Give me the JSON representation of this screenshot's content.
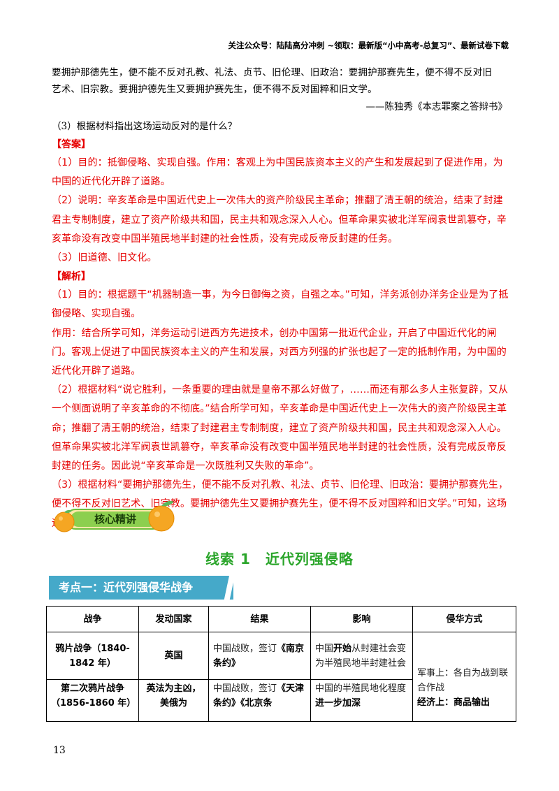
{
  "header": "关注公众号：陆陆高分冲刺  ~领取：最新版“小中高考-总复习”、最新试卷下载",
  "quote": {
    "line1": "要拥护那德先生，便不能不反对孔教、礼法、贞节、旧伦理、旧政治：要拥护那赛先生，便不得不反对旧",
    "line2": "艺术、旧宗教。要拥护德先生又要拥护赛先生，便不得不反对国粹和旧文学。",
    "source": "——陈独秀《本志罪案之答辩书》"
  },
  "question": "（3）根据材料指出这场运动反对的是什么？",
  "answer": {
    "label": "【答案】",
    "p1": "（1）目的：抵御侵略、实现自强。作用：客观上为中国民族资本主义的产生和发展起到了促进作用，为中国的近代化开辟了道路。",
    "p2": "（2）说明：辛亥革命是中国近代史上一次伟大的资产阶级民主革命；推翻了清王朝的统治，结束了封建君主专制制度，建立了资产阶级共和国，民主共和观念深入人心。但革命果实被北洋军阀袁世凯篡夺，辛亥革命没有改变中国半殖民地半封建的社会性质，没有完成反帝反封建的任务。",
    "p3": "（3）旧道德、旧文化。"
  },
  "analysis": {
    "label": "【解析】",
    "p1": "（1）目的：根据题干“机器制造一事，为今日御侮之资，自强之本。”可知，洋务派创办洋务企业是为了抵御侵略、实现自强。",
    "p2": "作用：结合所学可知，洋务运动引进西方先进技术，创办中国第一批近代企业，开启了中国近代化的闸门。客观上促进了中国民族资本主义的产生和发展，对西方列强的扩张也起了一定的抵制作用，为中国的近代化开辟了道路。",
    "p3": "（2）根据材料“说它胜利，一条重要的理由就是皇帝不那么好做了，……而还有那么多人主张复辟，又从一个侧面说明了辛亥革命的不彻底。”结合所学可知，辛亥革命是中国近代史上一次伟大的资产阶级民主革命；推翻了清王朝的统治，结束了封建君主专制制度，建立了资产阶级共和国，民主共和观念深入人心。但革命果实被北洋军阀袁世凯篡夺，辛亥革命没有改变中国半殖民地半封建的社会性质，没有完成反帝反封建的任务。因此说“辛亥革命是一次既胜利又失败的革命”。",
    "p4": "（3）根据材料“要拥护那德先生，便不能不反对孔教、礼法、贞节、旧伦理、旧政治：要拥护那赛先生，便不得不反对旧艺术、旧宗教。要拥护德先生又要拥护赛先生，便不得不反对国粹和旧文学。”可知，这场运动反对旧道德、旧文化。"
  },
  "badge": "核心精讲",
  "clue_title": "线索 1　近代列强侵略",
  "kp_title": "考点一：近代列强侵华战争",
  "table": {
    "headers": [
      "战争",
      "发动国家",
      "结果",
      "影响",
      "侵华方式"
    ],
    "row1": {
      "war": "鸦片战争（1840-1842 年）",
      "country": "英国",
      "result_pre": "中国战败，签订",
      "result_bold": "《南京条约》",
      "impact_pre": "中国",
      "impact_bold": "开始",
      "impact_post": "从封建社会变为半殖民地半封建社会"
    },
    "row2": {
      "war": "第二次鸦片战争（1856-1860 年）",
      "country": "英法为主凶，美俄为",
      "result_pre": "中国战败，签订",
      "result_bold": "《天津条约》《北京条",
      "impact_pre": "中国的半殖民地化程度",
      "impact_bold": "进一步加深"
    },
    "method_line1": "军事上：各自为战到联合作战",
    "method_line2": "经济上：商品输出"
  },
  "page_number": "13"
}
